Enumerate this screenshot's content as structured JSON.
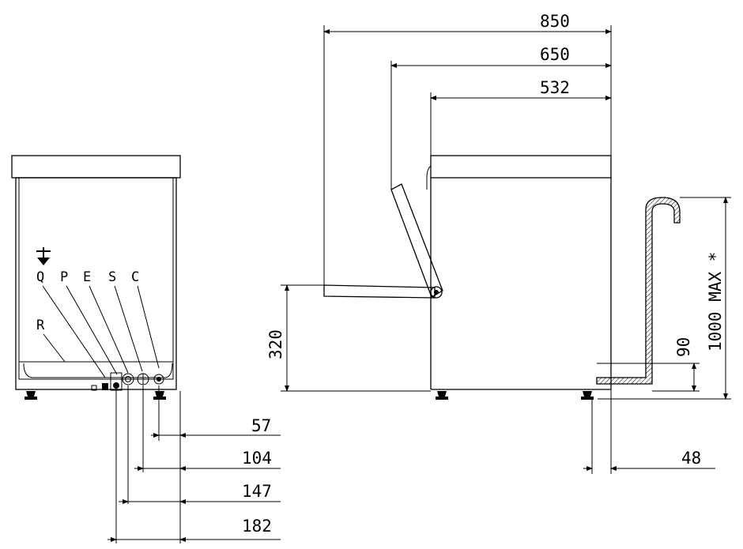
{
  "connections": {
    "q": "Q",
    "p": "P",
    "e": "E",
    "s": "S",
    "c": "C",
    "r": "R"
  },
  "dimensions": {
    "total_depth_open": "850",
    "depth_door_open": "650",
    "body_depth": "532",
    "door_height": "320",
    "drain_height": "90",
    "drain_max_height": "1000 MAX *",
    "drain_offset": "48",
    "conn_c": "57",
    "conn_s": "104",
    "conn_e": "147",
    "conn_p": "182"
  },
  "icons": {
    "drain_symbol": "arrow-down-drain-icon"
  }
}
